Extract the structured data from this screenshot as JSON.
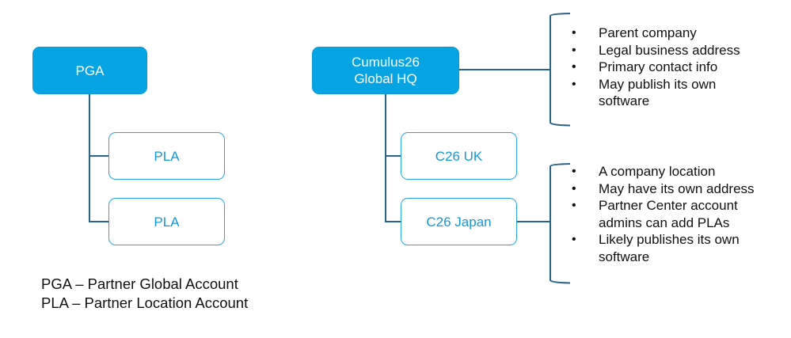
{
  "colors": {
    "parent_fill": "#06a4e3",
    "parent_text": "#ffffff",
    "child_border": "#27a6e3",
    "child_text": "#1398d8",
    "connector": "#2a6489",
    "body_text": "#111111"
  },
  "left_tree": {
    "parent": {
      "label": "PGA"
    },
    "children": [
      {
        "label": "PLA"
      },
      {
        "label": "PLA"
      }
    ]
  },
  "right_tree": {
    "parent": {
      "label_line1": "Cumulus26",
      "label_line2": "Global HQ"
    },
    "children": [
      {
        "label": "C26 UK"
      },
      {
        "label": "C26 Japan"
      }
    ]
  },
  "parent_notes": {
    "items": [
      "Parent company",
      "Legal business address",
      "Primary contact info",
      "May publish its own software"
    ]
  },
  "location_notes": {
    "items": [
      "A company location",
      "May have its own address",
      "Partner Center account admins can add PLAs",
      "Likely publishes its own software"
    ]
  },
  "legend": {
    "lines": [
      "PGA – Partner Global Account",
      "PLA – Partner Location Account"
    ]
  }
}
